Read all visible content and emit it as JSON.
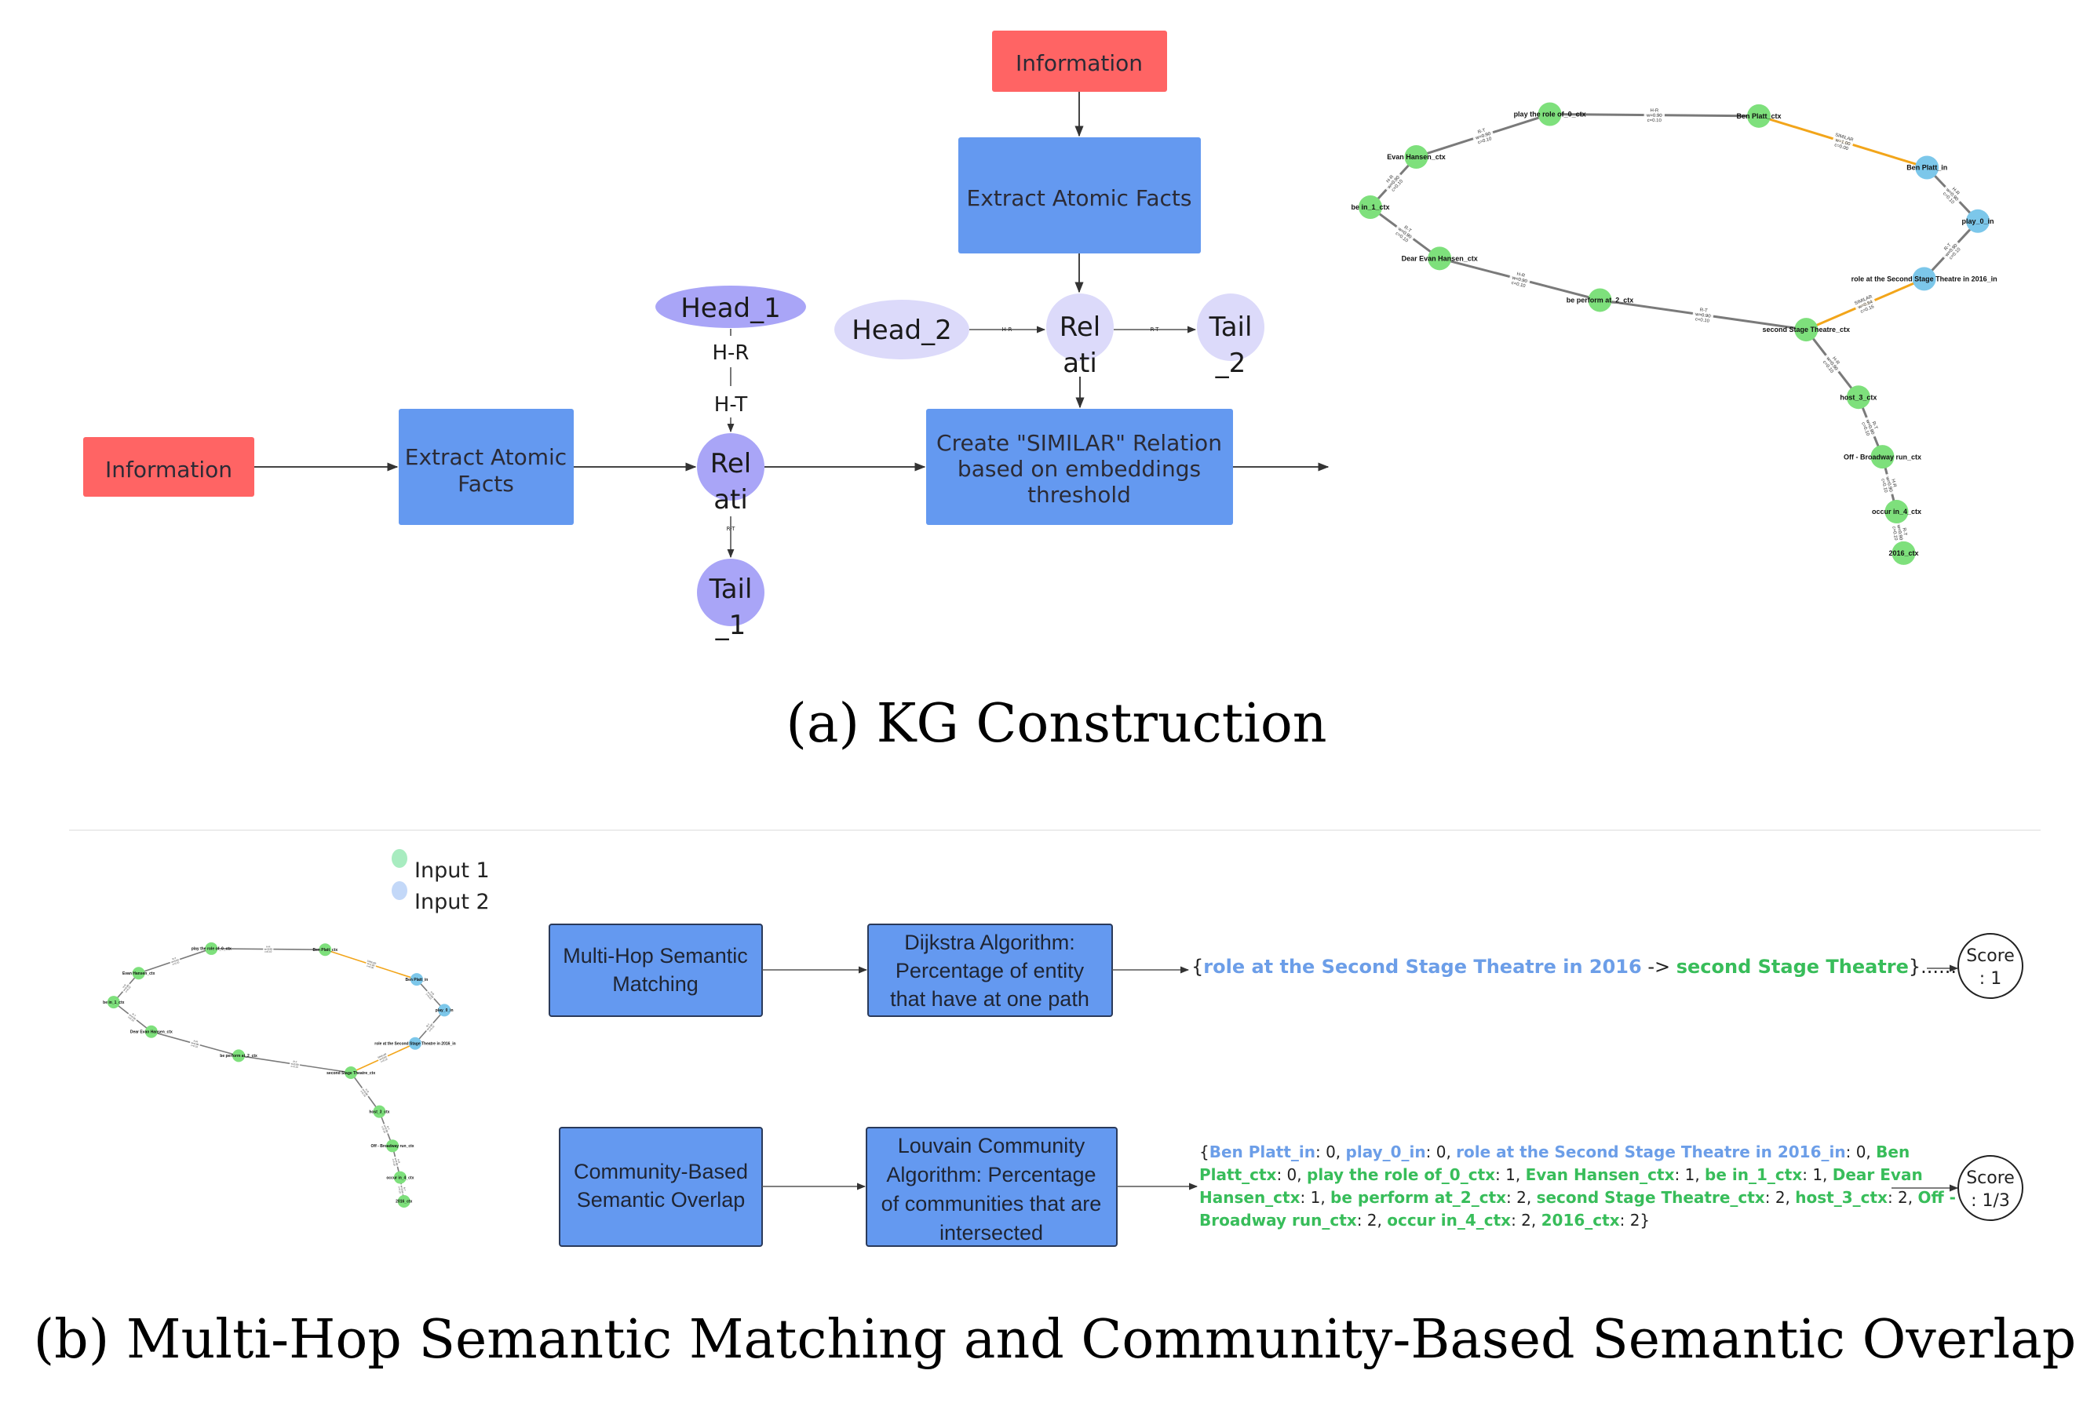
{
  "panel_a": {
    "caption": "(a) KG Construction",
    "left_pipeline": {
      "information_label": "Information",
      "extract_label_lines": [
        "Extract Atomic",
        "Facts"
      ]
    },
    "top_pipeline": {
      "information_label": "Information",
      "extract_label": "Extract Atomic Facts"
    },
    "triple_1": {
      "head": "Head_1",
      "relation_lines": [
        "Rel",
        "ati"
      ],
      "tail_lines": [
        "Tail",
        "_1"
      ],
      "edge_labels": [
        "H-R",
        "H-T",
        "R-T"
      ]
    },
    "triple_2": {
      "head": "Head_2",
      "relation_lines": [
        "Rel",
        "ati"
      ],
      "tail_lines": [
        "Tail",
        "_2"
      ],
      "edge_labels": [
        "H-R",
        "R-T"
      ]
    },
    "similar_box_lines": [
      "Create \"SIMILAR\" Relation",
      "based on embeddings",
      "threshold"
    ]
  },
  "graph": {
    "nodes": [
      {
        "id": "play_role",
        "label": "play the role of_0_ctx",
        "type": "ctx"
      },
      {
        "id": "ben_ctx",
        "label": "Ben Platt_ctx",
        "type": "ctx"
      },
      {
        "id": "evan",
        "label": "Evan Hansen_ctx",
        "type": "ctx"
      },
      {
        "id": "bein",
        "label": "be in_1_ctx",
        "type": "ctx"
      },
      {
        "id": "dear",
        "label": "Dear Evan Hansen_ctx",
        "type": "ctx"
      },
      {
        "id": "perform",
        "label": "be perform at_2_ctx",
        "type": "ctx"
      },
      {
        "id": "second",
        "label": "second Stage Theatre_ctx",
        "type": "ctx"
      },
      {
        "id": "host",
        "label": "host_3_ctx",
        "type": "ctx"
      },
      {
        "id": "off",
        "label": "Off - Broadway run_ctx",
        "type": "ctx"
      },
      {
        "id": "occur",
        "label": "occur in_4_ctx",
        "type": "ctx"
      },
      {
        "id": "y2016",
        "label": "2016_ctx",
        "type": "ctx"
      },
      {
        "id": "ben_in",
        "label": "Ben Platt_in",
        "type": "in"
      },
      {
        "id": "play_in",
        "label": "play_0_in",
        "type": "in"
      },
      {
        "id": "role_in",
        "label": "role at the Second Stage Theatre in 2016_in",
        "type": "in"
      }
    ],
    "edges": [
      {
        "from": "evan",
        "to": "play_role",
        "rel": "R-T",
        "w": "w=0.90",
        "c": "c=0.10",
        "kind": "normal"
      },
      {
        "from": "play_role",
        "to": "ben_ctx",
        "rel": "H-R",
        "w": "w=0.90",
        "c": "c=0.10",
        "kind": "normal"
      },
      {
        "from": "ben_ctx",
        "to": "ben_in",
        "rel": "SIMILAR",
        "w": "w=1.00",
        "c": "c=0.00",
        "kind": "similar"
      },
      {
        "from": "bein",
        "to": "evan",
        "rel": "H-R",
        "w": "w=0.90",
        "c": "c=0.10",
        "kind": "normal"
      },
      {
        "from": "bein",
        "to": "dear",
        "rel": "R-T",
        "w": "w=0.90",
        "c": "c=0.10",
        "kind": "normal"
      },
      {
        "from": "dear",
        "to": "perform",
        "rel": "H-R",
        "w": "w=0.90",
        "c": "c=0.10",
        "kind": "normal"
      },
      {
        "from": "perform",
        "to": "second",
        "rel": "R-T",
        "w": "w=0.90",
        "c": "c=0.10",
        "kind": "normal"
      },
      {
        "from": "ben_in",
        "to": "play_in",
        "rel": "H-R",
        "w": "w=0.90",
        "c": "c=0.10",
        "kind": "normal"
      },
      {
        "from": "play_in",
        "to": "role_in",
        "rel": "R-T",
        "w": "w=0.90",
        "c": "c=0.10",
        "kind": "normal"
      },
      {
        "from": "role_in",
        "to": "second",
        "rel": "SIMILAR",
        "w": "w=0.84",
        "c": "c=0.16",
        "kind": "similar"
      },
      {
        "from": "second",
        "to": "host",
        "rel": "H-R",
        "w": "w=0.90",
        "c": "c=0.10",
        "kind": "normal"
      },
      {
        "from": "host",
        "to": "off",
        "rel": "R-T",
        "w": "w=0.90",
        "c": "c=0.10",
        "kind": "normal"
      },
      {
        "from": "off",
        "to": "occur",
        "rel": "H-R",
        "w": "w=0.90",
        "c": "c=0.10",
        "kind": "normal"
      },
      {
        "from": "occur",
        "to": "y2016",
        "rel": "R-T",
        "w": "w=0.90",
        "c": "c=0.10",
        "kind": "normal"
      }
    ],
    "colors": {
      "ctx": "#7ee07c",
      "in": "#7cc7ea",
      "similar_edge": "#f2a51a",
      "normal_edge": "#7a7a7a"
    }
  },
  "panel_b": {
    "caption": "(b) Multi-Hop Semantic Matching and Community-Based Semantic Overlap",
    "legend": [
      {
        "label": "Input 1",
        "color": "#a8ecc0"
      },
      {
        "label": "Input 2",
        "color": "#c3d8f8"
      }
    ],
    "multi_hop": {
      "label_lines": [
        "Multi-Hop Semantic",
        "Matching"
      ],
      "algo_lines": [
        "Dijkstra Algorithm:",
        "Percentage of entity",
        "that have at one path"
      ],
      "result": [
        {
          "text": "{",
          "style": "plain"
        },
        {
          "text": "role at the Second Stage Theatre in 2016",
          "style": "blue"
        },
        {
          "text": " -> ",
          "style": "plain"
        },
        {
          "text": "second Stage Theatre",
          "style": "green"
        },
        {
          "text": "}......",
          "style": "plain"
        }
      ],
      "score_lines": [
        "Score",
        ": 1"
      ]
    },
    "community": {
      "label_lines": [
        "Community-Based",
        "Semantic Overlap"
      ],
      "algo_lines": [
        "Louvain Community",
        "Algorithm: Percentage",
        "of communities that are",
        "intersected"
      ],
      "result_lines": [
        [
          {
            "text": "{",
            "style": "plain"
          },
          {
            "text": "Ben Platt_in",
            "style": "blue"
          },
          {
            "text": ": 0, ",
            "style": "plain"
          },
          {
            "text": "play_0_in",
            "style": "blue"
          },
          {
            "text": ": 0, ",
            "style": "plain"
          },
          {
            "text": "role at the Second Stage Theatre in 2016_in",
            "style": "blue"
          },
          {
            "text": ": 0, ",
            "style": "plain"
          },
          {
            "text": "Ben",
            "style": "green"
          }
        ],
        [
          {
            "text": "Platt_ctx",
            "style": "green"
          },
          {
            "text": ": 0, ",
            "style": "plain"
          },
          {
            "text": "play the role of_0_ctx",
            "style": "green"
          },
          {
            "text": ": 1, ",
            "style": "plain"
          },
          {
            "text": "Evan Hansen_ctx",
            "style": "green"
          },
          {
            "text": ": 1, ",
            "style": "plain"
          },
          {
            "text": "be in_1_ctx",
            "style": "green"
          },
          {
            "text": ": 1, ",
            "style": "plain"
          },
          {
            "text": "Dear Evan",
            "style": "green"
          }
        ],
        [
          {
            "text": "Hansen_ctx",
            "style": "green"
          },
          {
            "text": ": 1, ",
            "style": "plain"
          },
          {
            "text": "be perform at_2_ctx",
            "style": "green"
          },
          {
            "text": ": 2, ",
            "style": "plain"
          },
          {
            "text": "second Stage Theatre_ctx",
            "style": "green"
          },
          {
            "text": ": 2, ",
            "style": "plain"
          },
          {
            "text": "host_3_ctx",
            "style": "green"
          },
          {
            "text": ": 2, ",
            "style": "plain"
          },
          {
            "text": "Off -",
            "style": "green"
          }
        ],
        [
          {
            "text": "Broadway run_ctx",
            "style": "green"
          },
          {
            "text": ": 2, ",
            "style": "plain"
          },
          {
            "text": "occur in_4_ctx",
            "style": "green"
          },
          {
            "text": ": 2, ",
            "style": "plain"
          },
          {
            "text": "2016_ctx",
            "style": "green"
          },
          {
            "text": ": 2}",
            "style": "plain"
          }
        ]
      ],
      "score_lines": [
        "Score",
        ": 1/3"
      ]
    }
  },
  "colors": {
    "information_box": "#ff6464",
    "process_box": "#6499f0",
    "relation_node_dark": "#a9a5f7",
    "relation_node_light": "#dcdafa",
    "result_blue": "#6c9ee8",
    "result_green": "#38bd5a"
  }
}
